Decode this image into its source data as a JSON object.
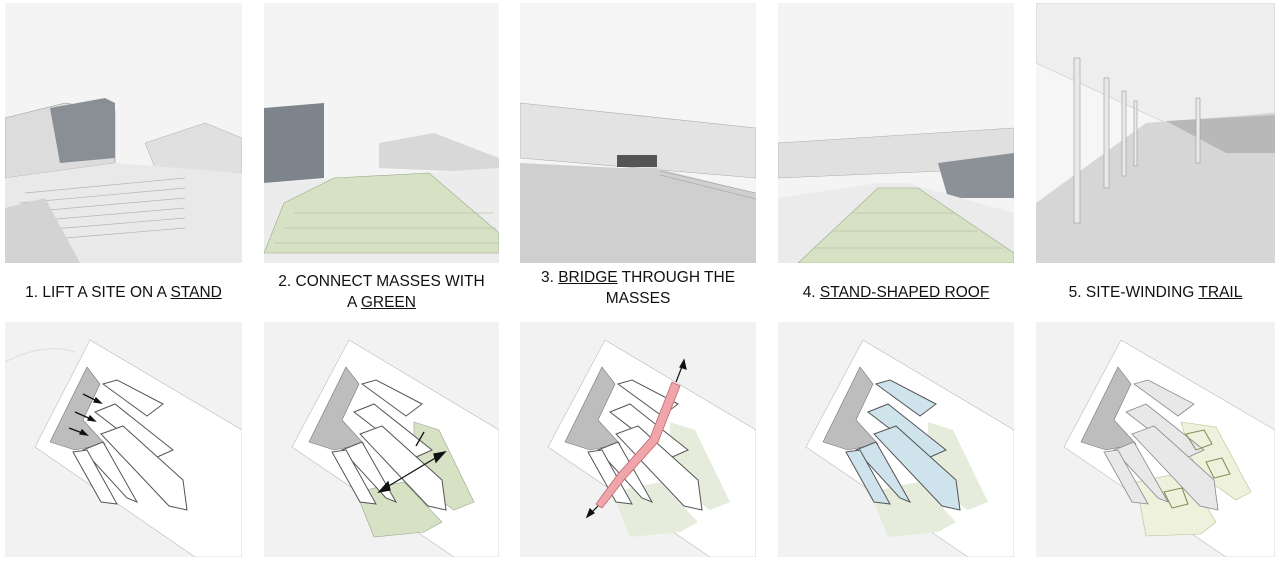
{
  "steps": [
    {
      "caption": {
        "pre": "1. LIFT A SITE ON A ",
        "key": "STAND",
        "post": ""
      }
    },
    {
      "caption": {
        "line1": "2. CONNECT MASSES WITH",
        "pre2": "A ",
        "key": "GREEN",
        "post2": ""
      }
    },
    {
      "caption": {
        "key": "BRIDGE",
        "post1": " THROUGH THE",
        "line2": "MASSES"
      }
    },
    {
      "caption": {
        "pre": "4. ",
        "key": "STAND-SHAPED ROOF",
        "post": ""
      }
    },
    {
      "caption": {
        "pre": "5. SITE-WINDING ",
        "key": "TRAIL",
        "post": ""
      }
    }
  ],
  "colors": {
    "green": "#d7e2c5",
    "blue": "#cfe3ec",
    "red": "#f0a5aa",
    "outline": "#555555",
    "ground": "#ffffff"
  }
}
